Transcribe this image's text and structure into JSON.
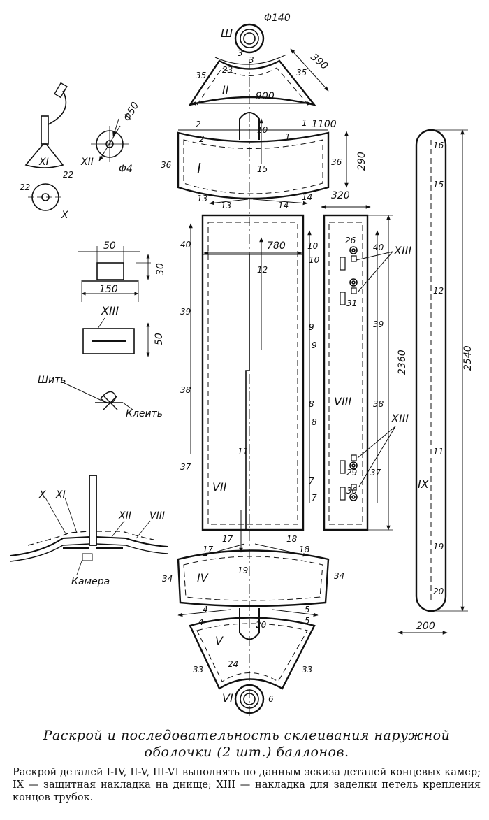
{
  "diagram": {
    "parts": {
      "I": "I",
      "II": "II",
      "III": "Ш",
      "IV": "IV",
      "V": "V",
      "VI": "VI",
      "VII": "VII",
      "VIII": "VIII",
      "IX": "IX",
      "X": "X",
      "XI": "XI",
      "XII": "XII",
      "XIII": "XIII",
      "XIII_b": "XIII",
      "XIII_c": "XIII"
    },
    "dims": {
      "d140": "Φ140",
      "d390": "390",
      "d900": "900",
      "d1100": "1100",
      "d290": "290",
      "d320": "320",
      "d780": "780",
      "d2360": "2360",
      "d2540": "2540",
      "d200": "200",
      "d50": "Φ50",
      "d4": "Φ4",
      "d50b": "50",
      "d30": "30",
      "d150": "150",
      "d50c": "50"
    },
    "labels": {
      "sew": "Шить",
      "glue": "Клеить",
      "chamber": "Камера",
      "x_a": "X",
      "xi_a": "XI",
      "xii_a": "XII",
      "viii_a": "VIII",
      "n22a": "22",
      "n22b": "22",
      "xi_b": "XI",
      "xii_b": "XII",
      "x_b": "X"
    },
    "seams": {
      "s35a": "35",
      "s35b": "35",
      "s23": "23",
      "s3a": "3",
      "s3b": "3",
      "s2a": "2",
      "s2b": "2",
      "s1a": "1",
      "s1b": "1",
      "s10": "10",
      "s36a": "36",
      "s36b": "36",
      "s15": "15",
      "s13a": "13",
      "s13b": "13",
      "s14a": "14",
      "s14b": "14",
      "s40a": "40",
      "s40b": "40",
      "s12a": "12",
      "s10a": "10",
      "s10b": "10",
      "s39a": "39",
      "s39b": "39",
      "s9a": "9",
      "s9b": "9",
      "s38a": "38",
      "s38b": "38",
      "s8a": "8",
      "s8b": "8",
      "s37a": "37",
      "s37b": "37",
      "s7a": "7",
      "s7b": "7",
      "s11a": "11",
      "s26": "26",
      "s31": "31",
      "s29": "29",
      "s30": "30",
      "s17a": "17",
      "s17b": "17",
      "s18a": "18",
      "s18b": "18",
      "s19": "19",
      "s34a": "34",
      "s34b": "34",
      "s4a": "4",
      "s4b": "4",
      "s5a": "5",
      "s5b": "5",
      "s20": "20",
      "s24": "24",
      "s33a": "33",
      "s33b": "33",
      "s6": "6",
      "s16": "16",
      "s15b": "15",
      "s12b": "12",
      "s11b": "11",
      "s19b": "19",
      "s20b": "20"
    }
  },
  "caption": {
    "title": "Раскрой и последовательность склеивания наружной оболочки (2 шт.) баллонов.",
    "note": "Раскрой деталей I-IV, II-V, III-VI выполнять по данным эскиза деталей концевых камер; IX — защитная накладка на днище; XIII — накладка для заделки петель крепления концов трубок."
  }
}
